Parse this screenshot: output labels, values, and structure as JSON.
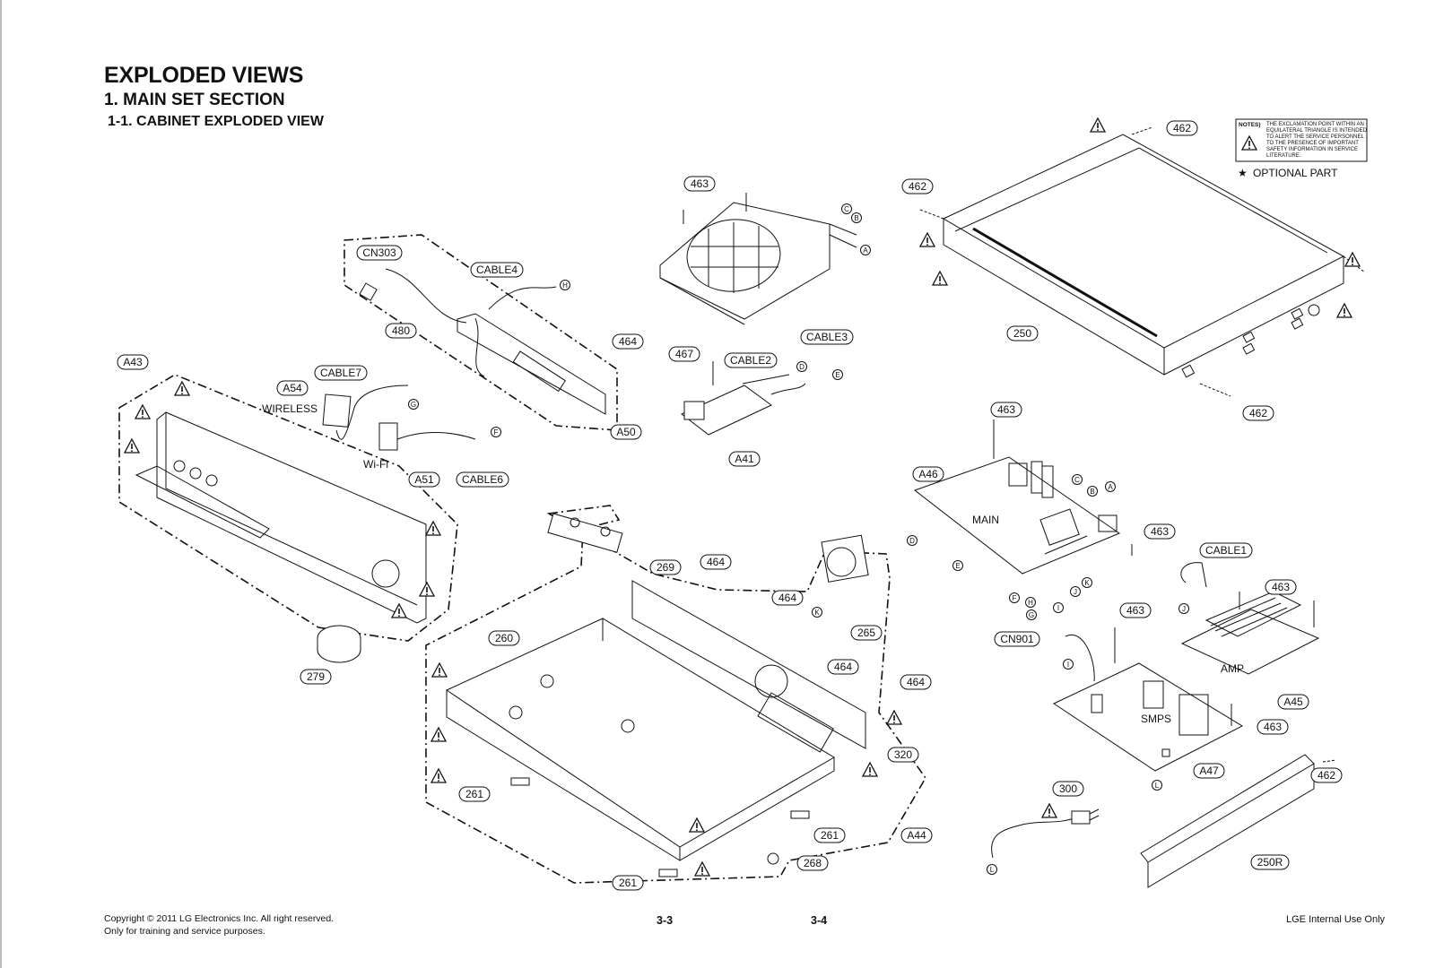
{
  "header": {
    "title": "EXPLODED VIEWS",
    "section": "1. MAIN SET SECTION",
    "subsection": "1-1. CABINET EXPLODED VIEW"
  },
  "notes": {
    "heading": "NOTES)",
    "lines": [
      "THE EXCLAMATION POINT WITHIN AN",
      "EQUILATERAL TRIANGLE IS INTENDED",
      "TO ALERT THE SERVICE PERSONNEL",
      "TO THE PRESENCE OF IMPORTANT",
      "SAFETY INFORMATION IN SERVICE",
      "LITERATURE."
    ],
    "optional_symbol": "★",
    "optional_label": "OPTIONAL PART"
  },
  "part_callouts": [
    "462",
    "462",
    "462",
    "462",
    "463",
    "463",
    "463",
    "463",
    "463",
    "463",
    "CN303",
    "CABLE4",
    "480",
    "464",
    "A50",
    "467",
    "CABLE2",
    "CABLE3",
    "A41",
    "250",
    "A43",
    "A54",
    "CABLE7",
    "A51",
    "CABLE6",
    "A46",
    "CABLE1",
    "CN901",
    "A45",
    "A47",
    "269",
    "464",
    "464",
    "464",
    "464",
    "265",
    "260",
    "320",
    "261",
    "261",
    "261",
    "268",
    "A44",
    "279",
    "300",
    "250R"
  ],
  "connector_letters": [
    "A",
    "B",
    "C",
    "D",
    "E",
    "F",
    "G",
    "H",
    "I",
    "J",
    "K",
    "L"
  ],
  "text_labels": {
    "wireless": "WIRELESS",
    "wifi": "Wi-Fi",
    "main": "MAIN",
    "amp": "AMP",
    "smps": "SMPS"
  },
  "footer": {
    "copyright": "Copyright © 2011 LG Electronics Inc. All right reserved.",
    "training": "Only for training and service purposes.",
    "page_left": "3-3",
    "page_right": "3-4",
    "internal": "LGE Internal Use Only"
  },
  "colors": {
    "ink": "#111111",
    "background": "#ffffff"
  }
}
